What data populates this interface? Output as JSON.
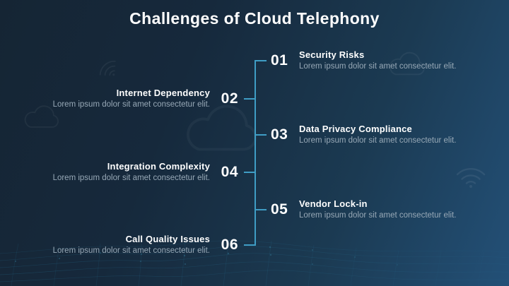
{
  "slide": {
    "title": "Challenges of Cloud Telephony",
    "items": [
      {
        "number": "01",
        "title": "Security Risks",
        "description": "Lorem ipsum dolor sit amet consectetur elit.",
        "side": "right"
      },
      {
        "number": "02",
        "title": "Internet Dependency",
        "description": "Lorem ipsum dolor sit amet consectetur elit.",
        "side": "left"
      },
      {
        "number": "03",
        "title": "Data Privacy Compliance",
        "description": "Lorem ipsum dolor sit amet consectetur elit.",
        "side": "right"
      },
      {
        "number": "04",
        "title": "Integration Complexity",
        "description": "Lorem ipsum dolor sit amet consectetur elit.",
        "side": "left"
      },
      {
        "number": "05",
        "title": "Vendor Lock-in",
        "description": "Lorem ipsum dolor sit amet consectetur elit.",
        "side": "right"
      },
      {
        "number": "06",
        "title": "Call Quality Issues",
        "description": "Lorem ipsum dolor sit amet consectetur elit.",
        "side": "left"
      }
    ],
    "colors": {
      "background_top_left": "#16293c",
      "background_bottom_right": "#235077",
      "accent_line": "#3f9dc5",
      "title_text": "#ffffff",
      "item_title_text": "#ffffff",
      "description_text": "#97a8b6",
      "mesh_line": "#2f86ac"
    },
    "decorations": [
      "wifi-icon",
      "cloud-icon",
      "network-mesh-decoration"
    ]
  }
}
